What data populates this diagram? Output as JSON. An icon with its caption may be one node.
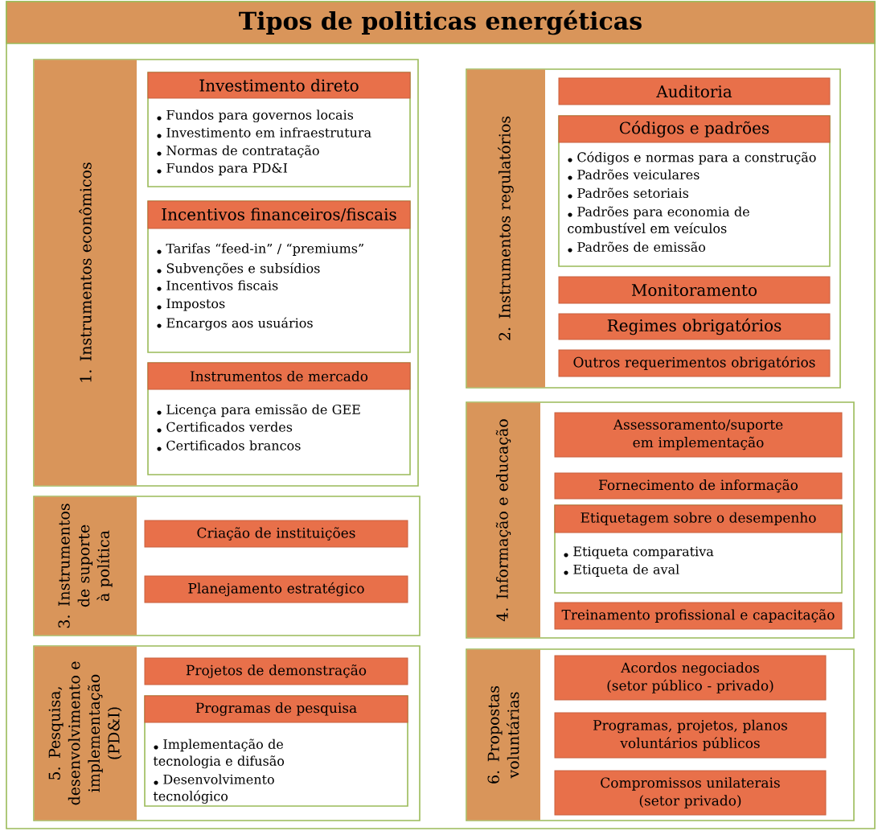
{
  "diagram": {
    "nodes": [
      {
        "text": [
          "Tipos de politicas energéticas"
        ]
      },
      {
        "text": [
          "1. Instrumentos econômicos"
        ]
      },
      {
        "text": [
          "Investimento direto",
          "Fundos para governos locais",
          "Investimento em infraestrutura",
          "Normas de contratação",
          "Fundos para PD&I"
        ],
        "in": 1
      },
      {
        "text": [
          "Incentivos financeiros/fiscais",
          "Tarifas “feed-in” / “premiums”",
          "Subvenções e subsídios",
          "Incentivos fiscais",
          "Impostos",
          "Encargos aos usuários"
        ],
        "in": 1
      },
      {
        "text": [
          "Instrumentos de mercado",
          "Licença para emissão de GEE",
          "Certificados verdes",
          "Certificados brancos"
        ],
        "in": 1
      },
      {
        "text": [
          "2. Instrumentos regulatórios"
        ]
      },
      {
        "text": [
          "Auditoria"
        ],
        "in": 5
      },
      {
        "text": [
          "Códigos e padrões",
          "Códigos e normas para a construção",
          "Padrões veiculares",
          "Padrões setoriais",
          "Padrões para economia de combustível em veículos",
          "Padrões de emissão"
        ],
        "in": 5
      },
      {
        "text": [
          "Monitoramento"
        ],
        "in": 5
      },
      {
        "text": [
          "Regimes obrigatórios"
        ],
        "in": 5
      },
      {
        "text": [
          "Outros requerimentos obrigatórios"
        ],
        "in": 5
      },
      {
        "text": [
          "3. Instrumentos de suporte à política"
        ]
      },
      {
        "text": [
          "Criação de instituições"
        ],
        "in": 11
      },
      {
        "text": [
          "Planejamento estratégico"
        ],
        "in": 11
      },
      {
        "text": [
          "4. Informação e educação"
        ]
      },
      {
        "text": [
          "Assessoramento/suporte em implementação"
        ],
        "in": 14
      },
      {
        "text": [
          "Fornecimento de informação"
        ],
        "in": 14
      },
      {
        "text": [
          "Etiquetagem sobre o desempenho",
          "Etiqueta comparativa",
          "Etiqueta de aval"
        ],
        "in": 14
      },
      {
        "text": [
          "Treinamento profissional e capacitação"
        ],
        "in": 14
      },
      {
        "text": [
          "5. Pesquisa, desenvolvimento e implementação (PD&I)"
        ]
      },
      {
        "text": [
          "Projetos de demonstração"
        ],
        "in": 19
      },
      {
        "text": [
          "Programas de pesquisa",
          "Implementação de tecnologia e difusão",
          "Desenvolvimento tecnológico"
        ],
        "in": 19
      },
      {
        "text": [
          "6. Propostas voluntárias"
        ]
      },
      {
        "text": [
          "Acordos negociados (setor público - privado)"
        ],
        "in": 22
      },
      {
        "text": [
          "Programas, projetos, planos voluntários públicos"
        ],
        "in": 22
      },
      {
        "text": [
          "Compromissos unilaterais (setor privado)"
        ],
        "in": 22
      }
    ]
  }
}
